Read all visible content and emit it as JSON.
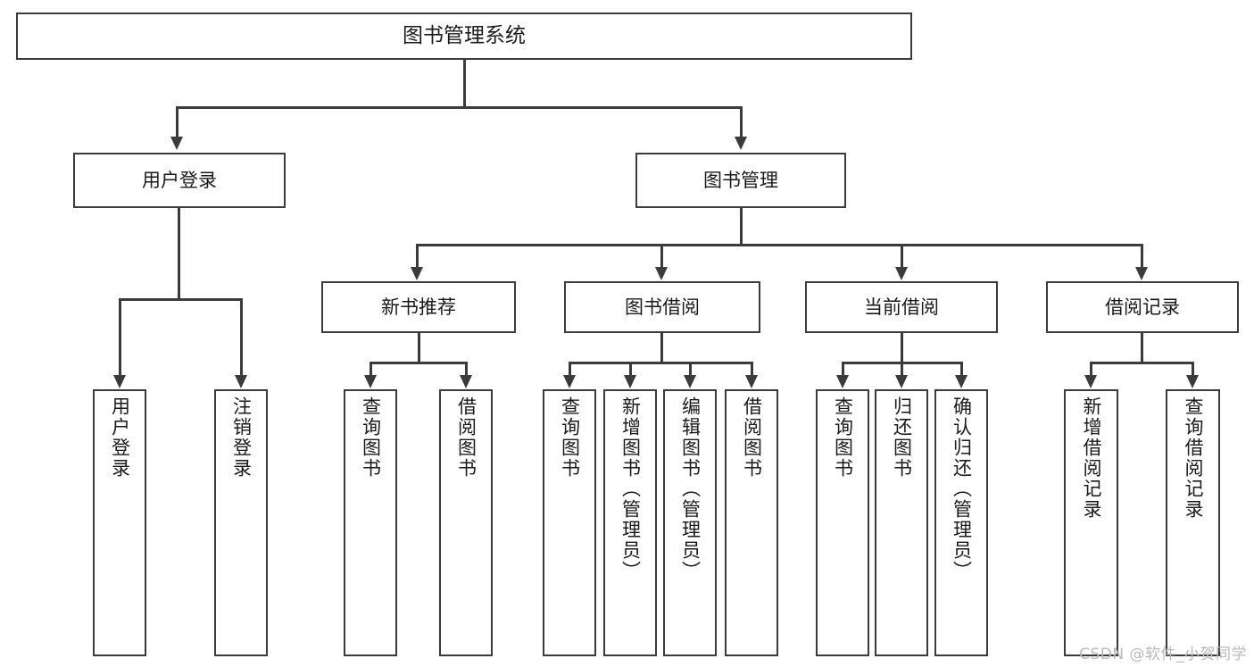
{
  "diagram": {
    "type": "tree",
    "title": "图书管理系统",
    "root": {
      "label": "图书管理系统"
    },
    "level2": [
      {
        "label": "用户登录"
      },
      {
        "label": "图书管理"
      }
    ],
    "level3": [
      {
        "label": "新书推荐"
      },
      {
        "label": "图书借阅"
      },
      {
        "label": "当前借阅"
      },
      {
        "label": "借阅记录"
      }
    ],
    "leaves": {
      "user_login": [
        {
          "label": "用户登录"
        },
        {
          "label": "注销登录"
        }
      ],
      "new_book_recommend": [
        {
          "label": "查询图书"
        },
        {
          "label": "借阅图书"
        }
      ],
      "book_borrow": [
        {
          "label": "查询图书"
        },
        {
          "label": "新增图书（管理员）"
        },
        {
          "label": "编辑图书（管理员）"
        },
        {
          "label": "借阅图书"
        }
      ],
      "current_borrow": [
        {
          "label": "查询图书"
        },
        {
          "label": "归还图书"
        },
        {
          "label": "确认归还（管理员）"
        }
      ],
      "borrow_record": [
        {
          "label": "新增借阅记录"
        },
        {
          "label": "查询借阅记录"
        }
      ]
    }
  },
  "watermark": {
    "text": "CSDN @软件_小贺同学"
  },
  "colors": {
    "stroke": "#3b3b3b",
    "background": "#ffffff",
    "text": "#1a1a1a",
    "watermark": "#b9b9b9"
  }
}
